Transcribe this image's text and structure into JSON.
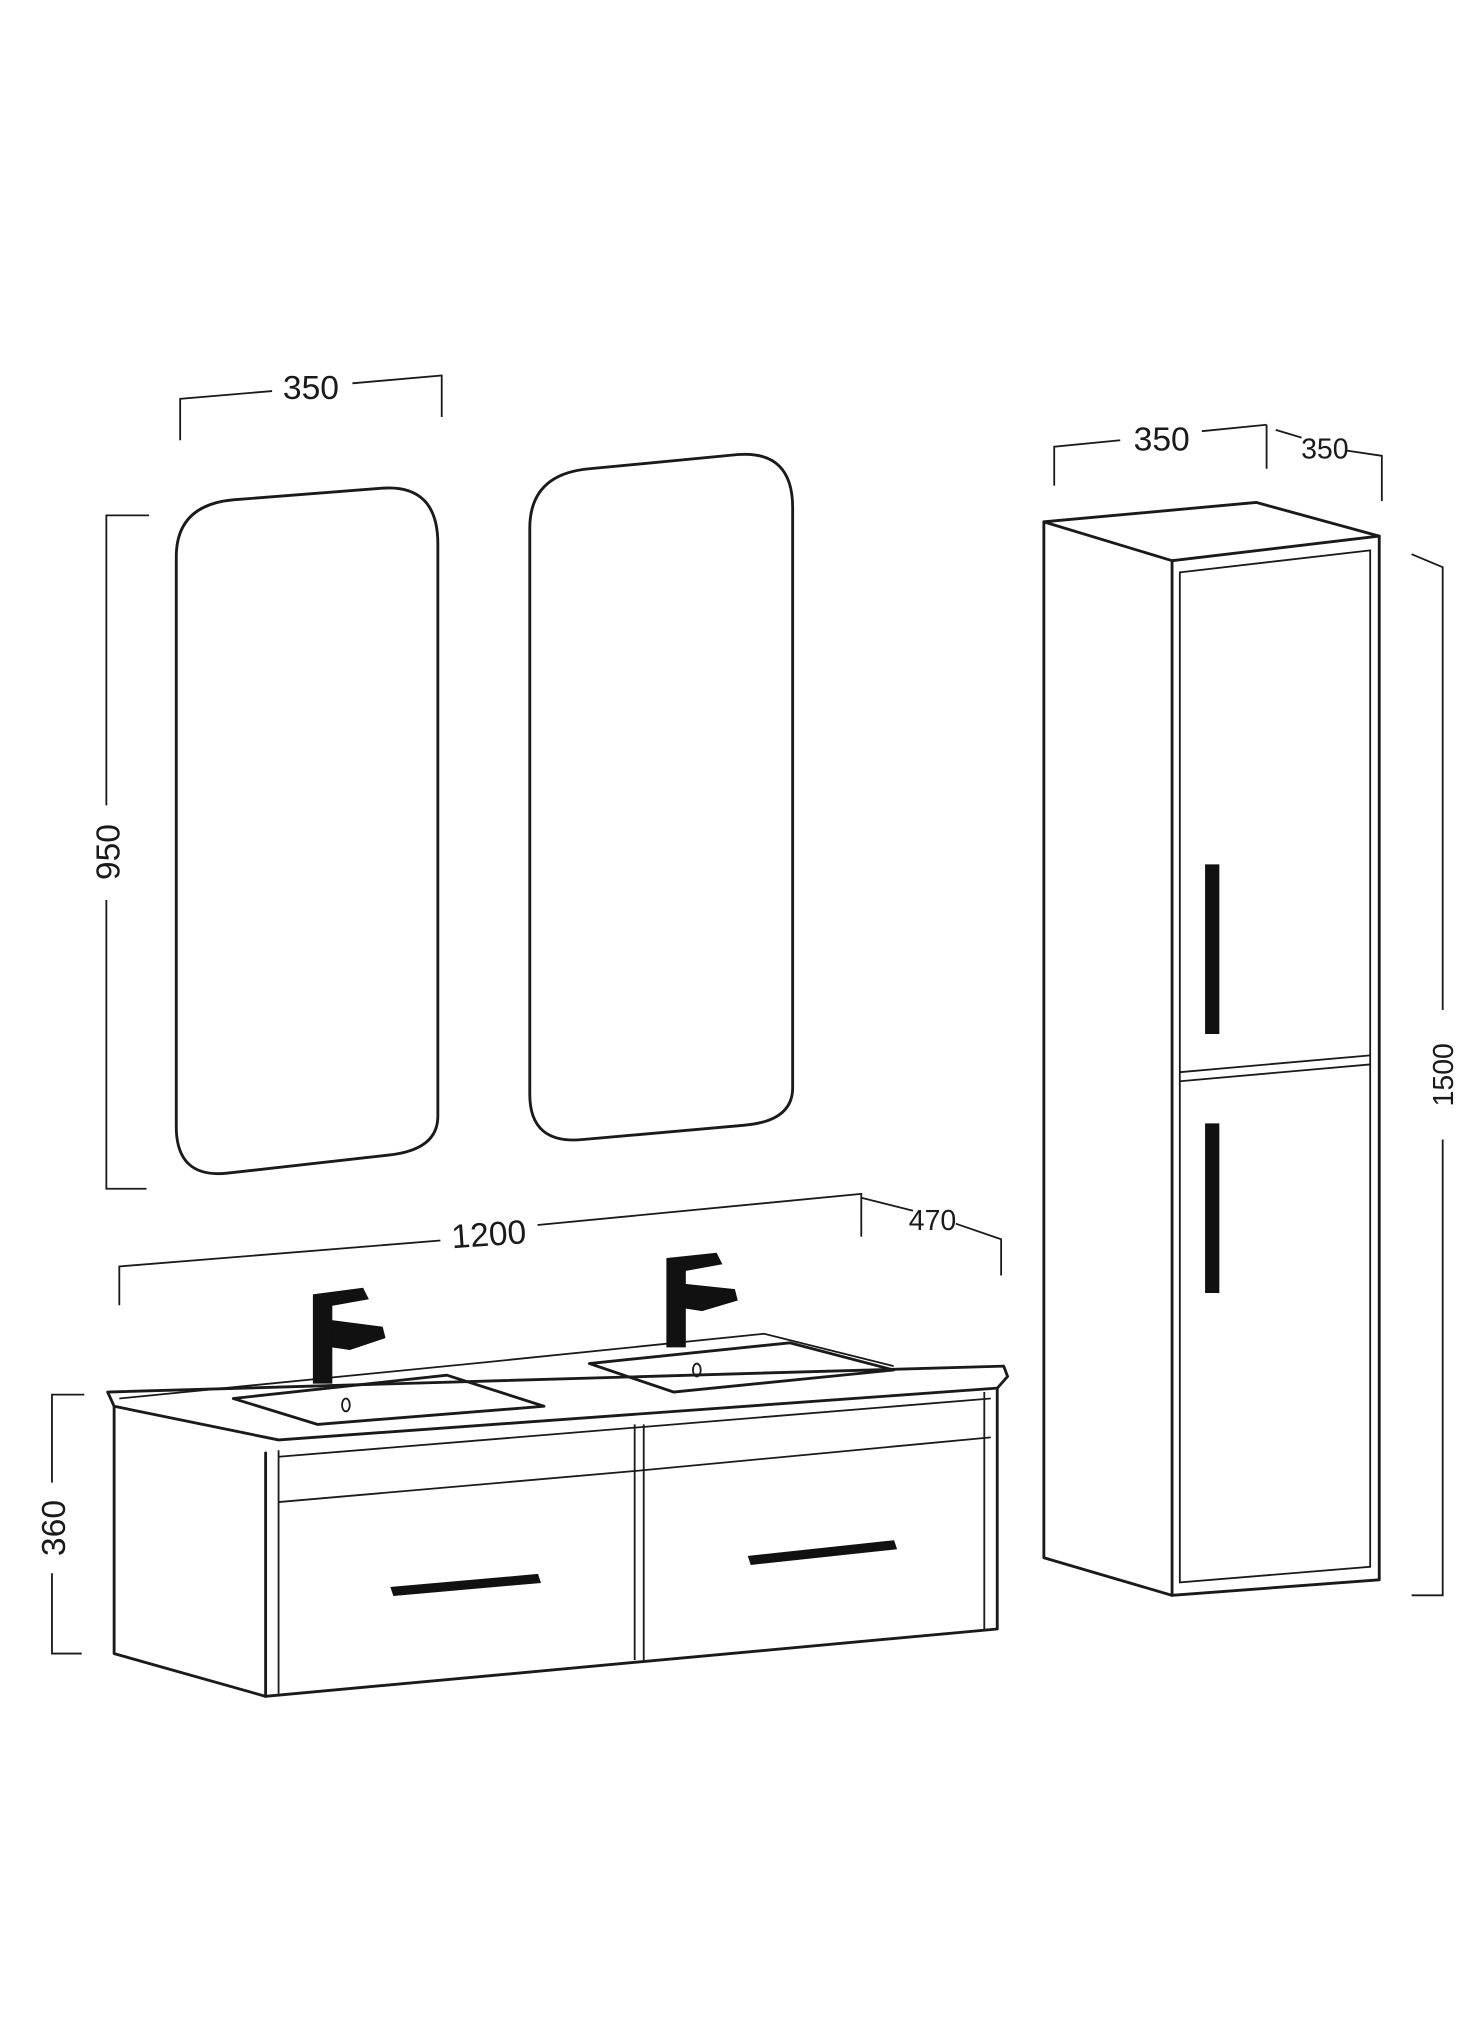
{
  "diagram": {
    "mirror": {
      "width": "350",
      "height": "950"
    },
    "vanity": {
      "width": "1200",
      "depth": "470",
      "height": "360"
    },
    "tall_cabinet": {
      "width": "350",
      "depth": "350",
      "height": "1500"
    }
  },
  "colors": {
    "line": "#1a1a1a",
    "background": "#ffffff"
  }
}
